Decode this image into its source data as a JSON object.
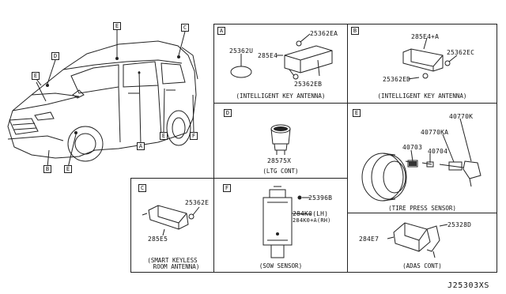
{
  "tags": {
    "A": "A",
    "B": "B",
    "C": "C",
    "D": "D",
    "E": "E",
    "F": "F"
  },
  "panel_a": {
    "part_1": "25362U",
    "part_2": "285E4",
    "part_3": "25362EA",
    "part_4": "25362EB",
    "caption": "(INTELLIGENT KEY ANTENNA)"
  },
  "panel_b": {
    "part_1": "285E4+A",
    "part_2": "25362EC",
    "part_3": "25362ED",
    "caption": "(INTELLIGENT KEY ANTENNA)"
  },
  "panel_d": {
    "part_1": "28575X",
    "caption": "(LTG CONT)"
  },
  "panel_e": {
    "part_1": "40770K",
    "part_2": "40770KA",
    "part_3": "40703",
    "part_4": "40704",
    "caption": "(TIRE PRESS SENSOR)"
  },
  "panel_c": {
    "part_1": "25362E",
    "part_2": "285E5",
    "caption_1": "(SMART KEYLESS",
    "caption_2": "ROOM ANTENNA)"
  },
  "panel_f": {
    "part_1": "25396B",
    "part_2": "284K0(LH)",
    "part_3": "284K0+A(RH)",
    "caption": "(SOW SENSOR)"
  },
  "panel_adas": {
    "part_1": "25328D",
    "part_2": "284E7",
    "caption": "(ADAS CONT)"
  },
  "drawing_code": "J25303XS"
}
